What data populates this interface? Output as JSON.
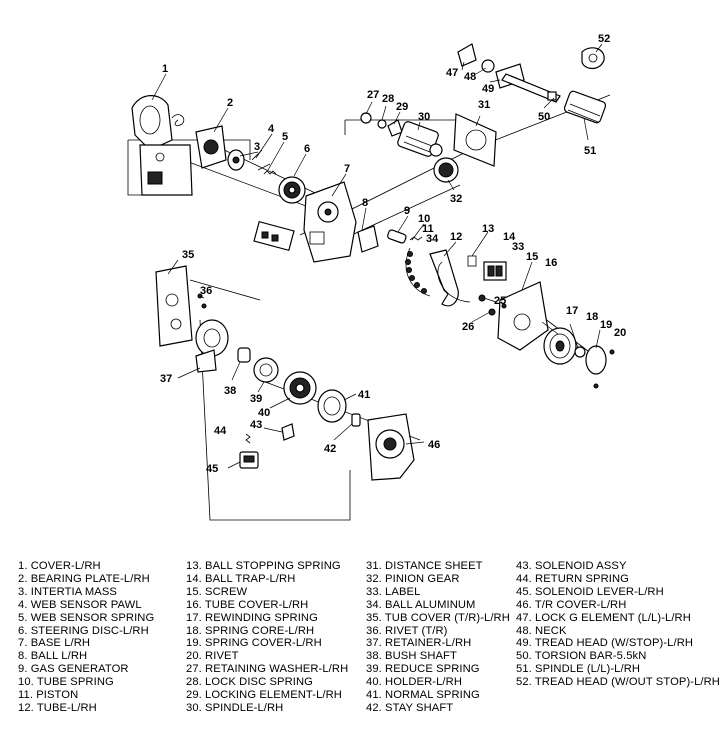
{
  "callouts": [
    "1",
    "2",
    "3",
    "4",
    "5",
    "6",
    "7",
    "8",
    "9",
    "10",
    "11",
    "12",
    "13",
    "14",
    "15",
    "16",
    "17",
    "18",
    "19",
    "20",
    "25",
    "26",
    "27",
    "28",
    "29",
    "30",
    "31",
    "32",
    "33",
    "34",
    "35",
    "36",
    "37",
    "38",
    "39",
    "40",
    "41",
    "42",
    "43",
    "44",
    "45",
    "46",
    "47",
    "48",
    "49",
    "50",
    "51",
    "52"
  ],
  "legend": {
    "col1": [
      "1. COVER-L/RH",
      "2. BEARING PLATE-L/RH",
      "3. INTERTIA MASS",
      "4. WEB SENSOR PAWL",
      "5. WEB SENSOR SPRING",
      "6. STEERING DISC-L/RH",
      "7. BASE L/RH",
      "8. BALL L/RH",
      "9. GAS GENERATOR",
      "10. TUBE SPRING",
      "11. PISTON",
      "12. TUBE-L/RH"
    ],
    "col2": [
      "13. BALL STOPPING SPRING",
      "14. BALL TRAP-L/RH",
      "15. SCREW",
      "16. TUBE COVER-L/RH",
      "17. REWINDING SPRING",
      "18. SPRING CORE-L/RH",
      "19. SPRING COVER-L/RH",
      "20. RIVET",
      "27. RETAINING WASHER-L/RH",
      "28. LOCK DISC SPRING",
      "29. LOCKING ELEMENT-L/RH",
      "30. SPINDLE-L/RH"
    ],
    "col3": [
      "31. DISTANCE SHEET",
      "32. PINION GEAR",
      "33. LABEL",
      "34. BALL ALUMINUM",
      "35. TUB COVER (T/R)-L/RH",
      "36. RIVET (T/R)",
      "37. RETAINER-L/RH",
      "38. BUSH SHAFT",
      "39. REDUCE SPRING",
      "40. HOLDER-L/RH",
      "41. NORMAL SPRING",
      "42. STAY SHAFT"
    ],
    "col4": [
      "43. SOLENOID ASSY",
      "44. RETURN SPRING",
      "45. SOLENOID LEVER-L/RH",
      "46. T/R COVER-L/RH",
      "47. LOCK G ELEMENT (L/L)-L/RH",
      "48. NECK",
      "49. TREAD HEAD (W/STOP)-L/RH",
      "50. TORSION BAR-5.5kN",
      "51. SPINDLE (L/L)-L/RH",
      "52. TREAD HEAD (W/OUT STOP)-L/RH"
    ]
  }
}
